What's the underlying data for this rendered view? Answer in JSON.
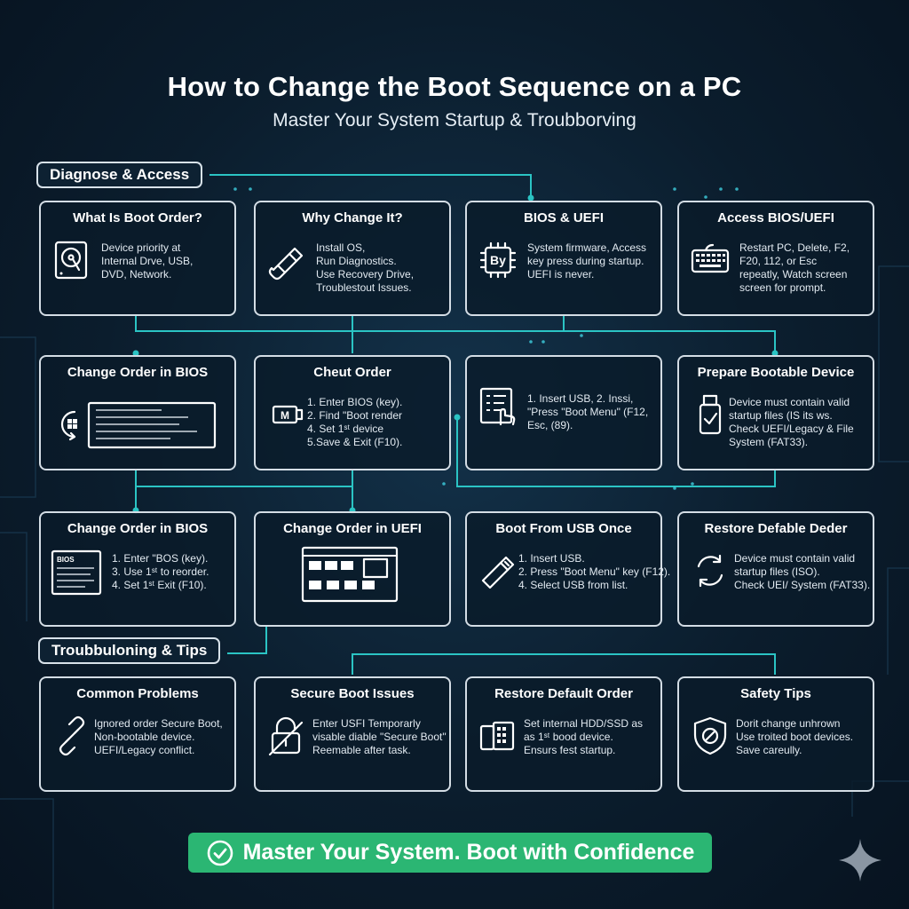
{
  "header": {
    "title": "How to Change the Boot Sequence on a PC",
    "subtitle": "Master Your System Startup & Troubborving"
  },
  "sections": {
    "diagnose": "Diagnose & Access",
    "troubleshoot": "Troubbuloning & Tips"
  },
  "colors": {
    "accent": "#2bc4c4",
    "footer": "#2bb673",
    "background": "#0b1d2d",
    "border": "#d4dde5"
  },
  "cards": [
    {
      "title": "What Is Boot Order?",
      "icon": "hard-drive-icon",
      "lines": [
        "Device priority at",
        "Internal Drve, USB,",
        "DVD, Network."
      ]
    },
    {
      "title": "Why Change It?",
      "icon": "usb-stick-icon",
      "lines": [
        "Install OS,",
        "Run Diagnostics.",
        "Use Recovery Drive,",
        "Troublestout Issues."
      ]
    },
    {
      "title": "BIOS & UEFI",
      "icon": "chip-icon",
      "chip_label": "By",
      "lines": [
        "System firmware, Access",
        "key press during startup.",
        "UEFI is never."
      ]
    },
    {
      "title": "Access BIOS/UEFI",
      "icon": "keyboard-icon",
      "lines": [
        "Restart PC, Delete, F2,",
        "F20, 112, or Esc",
        "repeatly, Watch screen",
        "screen for prompt."
      ]
    },
    {
      "title": "Change Order in BIOS",
      "icon": "bios-window-icon",
      "lines": []
    },
    {
      "title": "Cheut Order",
      "icon": "usb-drive-icon",
      "usb_label": "M",
      "lines": [
        "1. Enter BIOS (key).",
        "2. Find \"Boot render",
        "4. Set 1ˢᵗ device",
        "5.Save & Exit (F10)."
      ]
    },
    {
      "title": "",
      "icon": "checklist-hand-icon",
      "lines": [
        "1. Insert USB, 2. Inssi,",
        "\"Press \"Boot Menu\" (F12,",
        "Esc, (89)."
      ]
    },
    {
      "title": "Prepare Bootable Device",
      "icon": "usb-check-icon",
      "lines": [
        "Device must contain valid",
        "startup files (IS its ws.",
        "Check UEFI/Legacy & File",
        "System (FAT33)."
      ]
    },
    {
      "title": "Change Order in BIOS",
      "icon": "bios-screen-icon",
      "bios_label": "BIOS",
      "lines": [
        "1. Enter \"BOS (key).",
        "3. Use 1ˢᵗ to reorder.",
        "4. Set 1ˢᵗ Exit (F10)."
      ]
    },
    {
      "title": "Change Order in UEFI",
      "icon": "uefi-window-icon",
      "lines": []
    },
    {
      "title": "Boot From USB Once",
      "icon": "usb-once-icon",
      "lines": [
        "1. Insert USB.",
        "2. Press \"Boot Menu\" key (F12).",
        "4. Select USB from list."
      ]
    },
    {
      "title": "Restore Defable Deder",
      "icon": "restore-arrows-icon",
      "lines": [
        "Device must contain valid",
        "startup files (ISO).",
        "Check UEI/ System (FAT33)."
      ]
    },
    {
      "title": "Common Problems",
      "icon": "broken-link-icon",
      "lines": [
        "Ignored order Secure Boot,",
        "Non-bootable device.",
        "UEFI/Legacy conflict."
      ]
    },
    {
      "title": "Secure Boot Issues",
      "icon": "padlock-icon",
      "lines": [
        "Enter USFI Temporarly",
        "visable diable \"Secure Boot\"",
        "Reemable after task."
      ]
    },
    {
      "title": "Restore Default Order",
      "icon": "drive-grid-icon",
      "lines": [
        "Set internal HDD/SSD as",
        "as 1ˢᵗ bood device.",
        "Ensurs fest startup."
      ]
    },
    {
      "title": "Safety Tips",
      "icon": "shield-icon",
      "lines": [
        "Dorit change unhrown",
        "Use troited boot devices.",
        "Save careully."
      ]
    }
  ],
  "footer": {
    "text": "Master Your System. Boot with Confidence",
    "icon": "check-circle-icon"
  },
  "watermark": {
    "icon": "sparkle-icon"
  }
}
